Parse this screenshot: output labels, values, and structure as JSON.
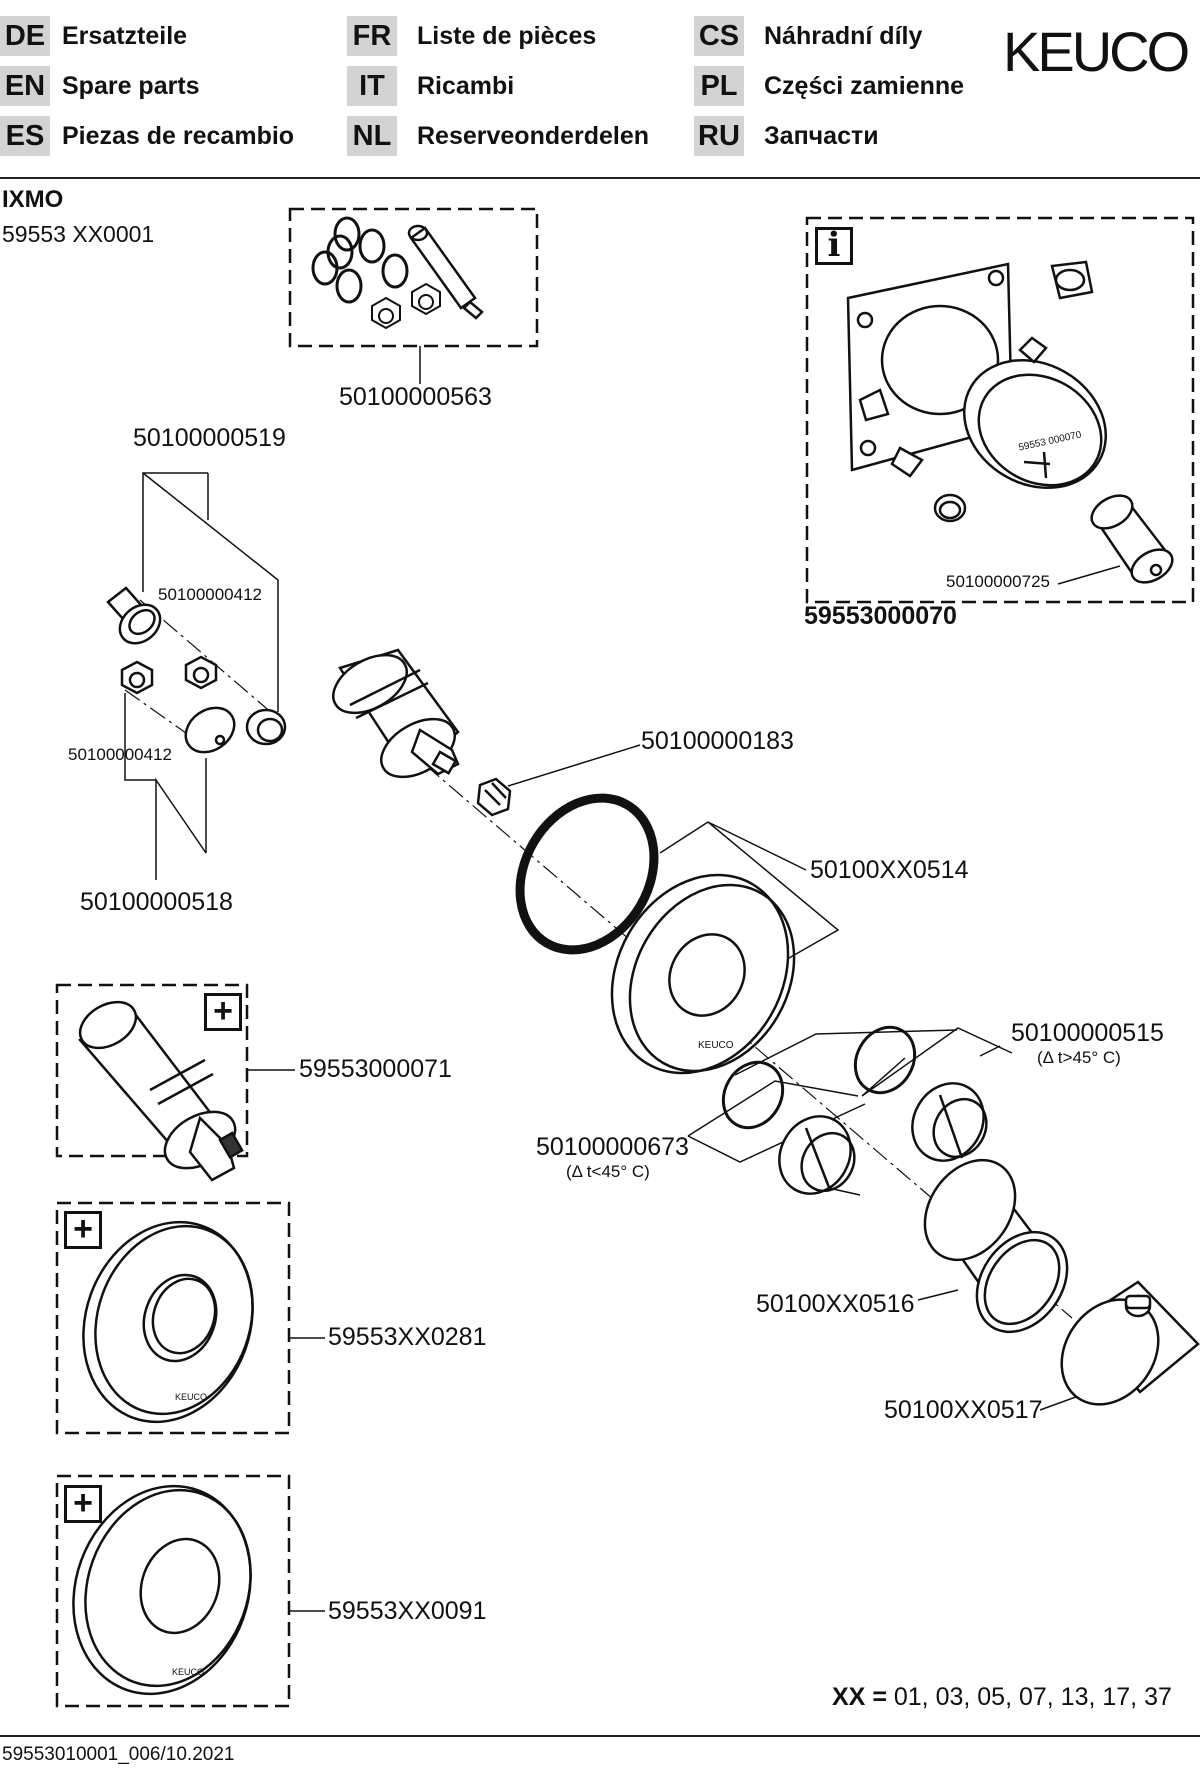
{
  "brand": "KEUCO",
  "languages": [
    {
      "code": "DE",
      "label": "Ersatzteile"
    },
    {
      "code": "FR",
      "label": "Liste de pièces"
    },
    {
      "code": "CS",
      "label": "Náhradní díly"
    },
    {
      "code": "EN",
      "label": "Spare parts"
    },
    {
      "code": "IT",
      "label": "Ricambi"
    },
    {
      "code": "PL",
      "label": "Części zamienne"
    },
    {
      "code": "ES",
      "label": "Piezas de recambio"
    },
    {
      "code": "NL",
      "label": "Reserveonderdelen"
    },
    {
      "code": "RU",
      "label": "Запчасти"
    }
  ],
  "product": {
    "name": "IXMO",
    "number": "59553 XX0001"
  },
  "icons": {
    "info": "i",
    "plus": "+"
  },
  "parts": {
    "p0563": "50100000563",
    "p0519": "50100000519",
    "p0412a": "50100000412",
    "p0412b": "50100000412",
    "p0518": "50100000518",
    "p0183": "50100000183",
    "p0514": "50100XX0514",
    "p0515": "50100000515",
    "p0515_note": "(Δ t>45° C)",
    "p0673": "50100000673",
    "p0673_note": "(Δ t<45° C)",
    "p0516": "50100XX0516",
    "p0517": "50100XX0517",
    "p0725": "50100000725",
    "p0070": "59553000070",
    "p0071": "59553000071",
    "p0281": "59553XX0281",
    "p0091": "59553XX0091"
  },
  "embossed": {
    "box_label": "59553 000070",
    "rosette_logo": "KEUCO"
  },
  "xx_note": {
    "prefix": "XX",
    "eq": "=",
    "values": "01, 03, 05, 07, 13, 17, 37"
  },
  "footer": "59553010001_006/10.2021"
}
